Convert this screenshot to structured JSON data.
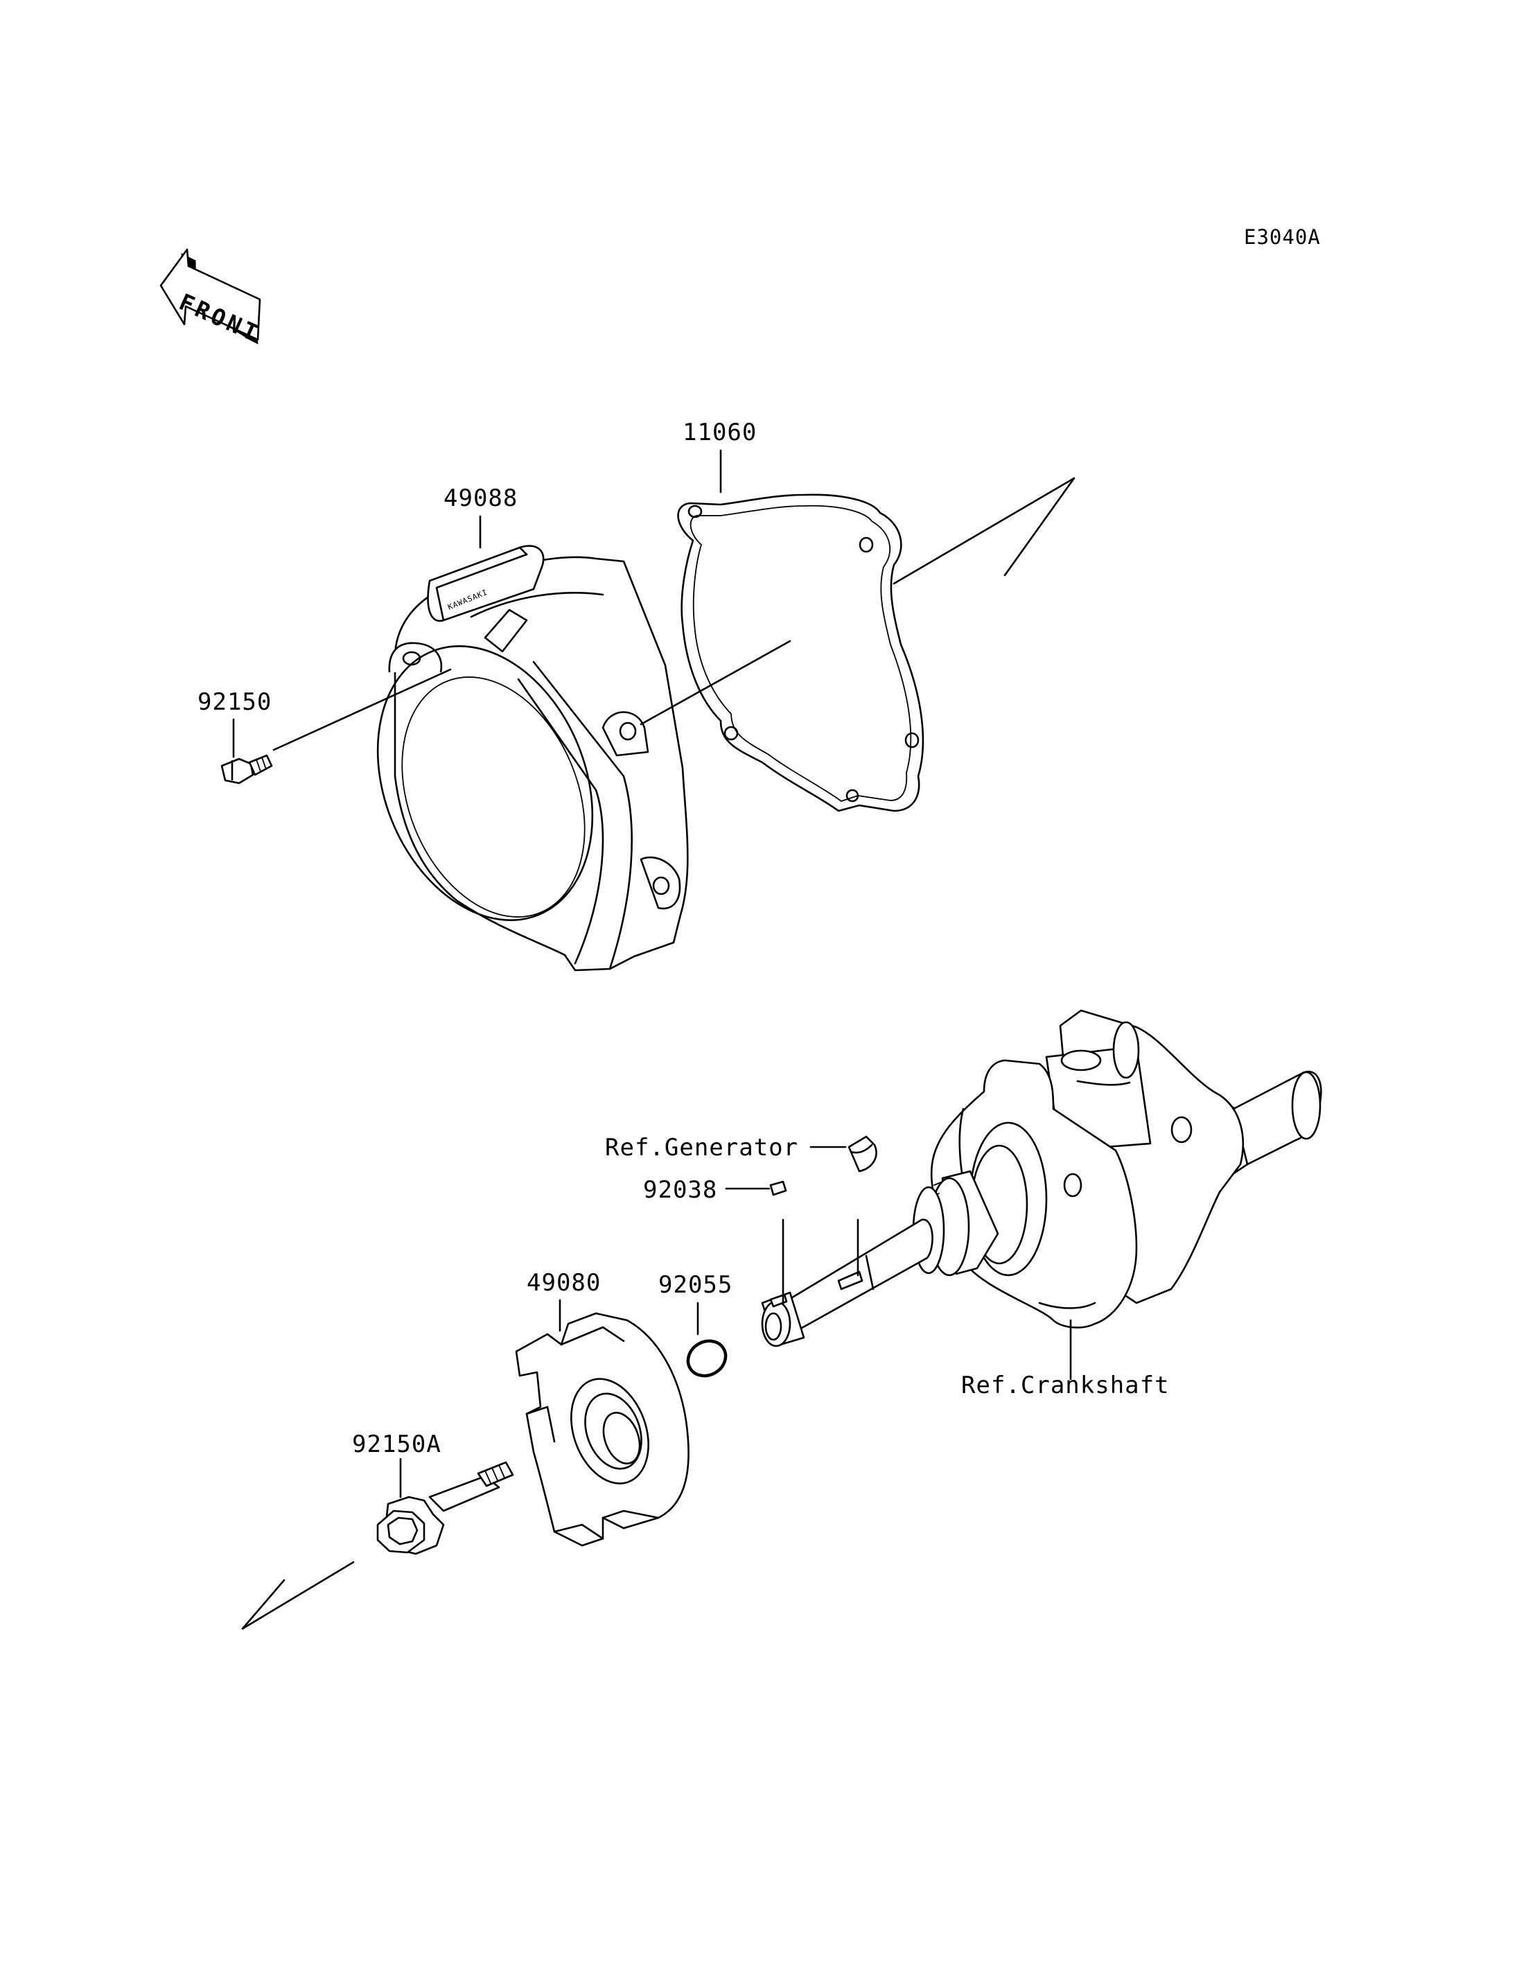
{
  "diagram": {
    "code": "E3040A",
    "front_label": "FRONT",
    "handle_brand": "KAWASAKI",
    "labels": {
      "part_11060": "11060",
      "part_49088": "49088",
      "part_92150": "92150",
      "ref_generator": "Ref.Generator",
      "part_92038": "92038",
      "part_49080": "49080",
      "part_92055": "92055",
      "part_92150a": "92150A",
      "ref_crankshaft": "Ref.Crankshaft"
    }
  }
}
